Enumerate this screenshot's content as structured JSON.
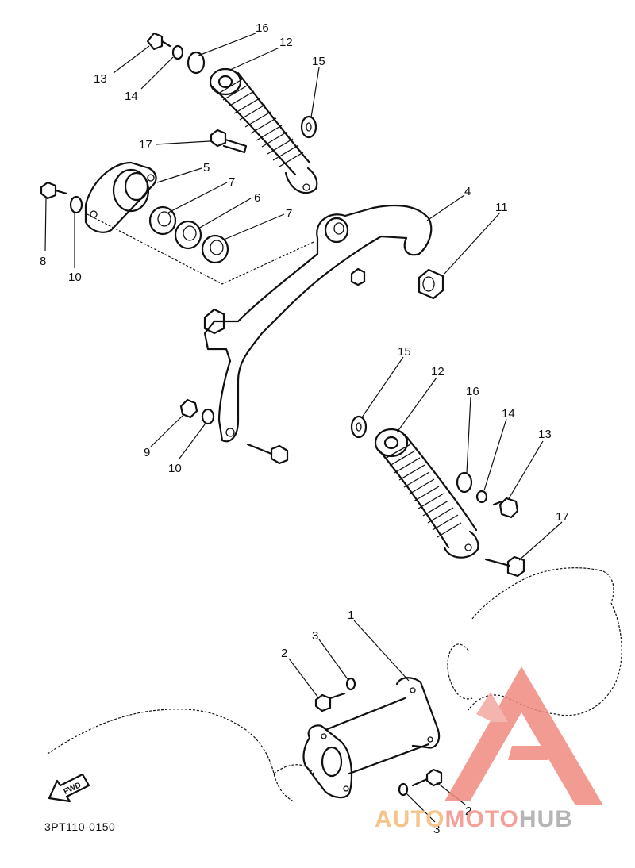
{
  "diagram": {
    "catalog_code": "3PT110-0150",
    "fwd_label": "FWD",
    "callouts": [
      "16",
      "12",
      "15",
      "13",
      "14",
      "17",
      "5",
      "7",
      "6",
      "7",
      "4",
      "11",
      "8",
      "10",
      "9",
      "10",
      "15",
      "12",
      "16",
      "14",
      "13",
      "17",
      "1",
      "3",
      "2",
      "2",
      "3"
    ]
  },
  "watermark": {
    "part1": "AUTO",
    "part2": "MOTO",
    "part3": "HUB",
    "colors": {
      "auto": "#f5c48a",
      "moto": "#f2a29a",
      "hub": "#b5b5b5",
      "logo": "#f08a80"
    }
  }
}
